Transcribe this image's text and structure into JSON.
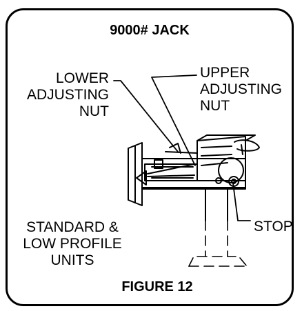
{
  "figure": {
    "title": "9000# JACK",
    "caption": "FIGURE 12"
  },
  "callouts": {
    "lower_adjusting_nut": "LOWER\nADJUSTING\nNUT",
    "upper_adjusting_nut": "UPPER\nADJUSTING\nNUT",
    "stop": "STOP",
    "units": "STANDARD &\nLOW PROFILE\nUNITS"
  }
}
